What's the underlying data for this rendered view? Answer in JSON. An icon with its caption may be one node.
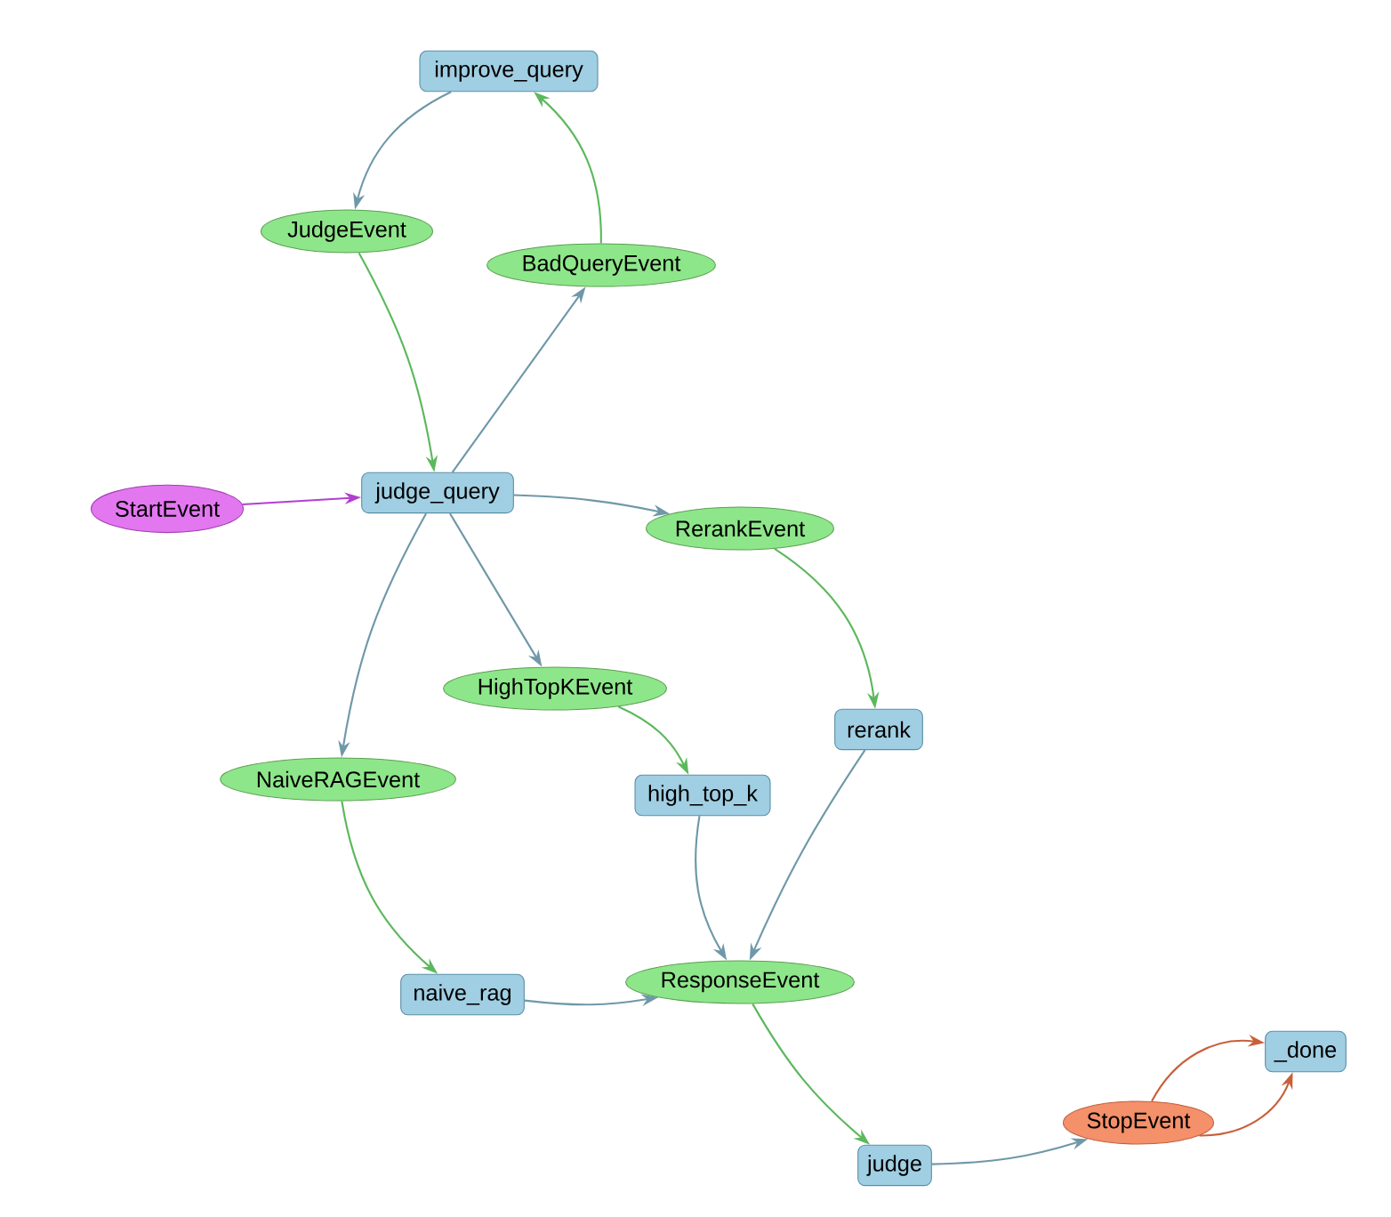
{
  "diagram": {
    "nodes": [
      {
        "text": [
          "improve_query"
        ]
      },
      {
        "text": [
          "JudgeEvent"
        ]
      },
      {
        "text": [
          "BadQueryEvent"
        ]
      },
      {
        "text": [
          "StartEvent"
        ]
      },
      {
        "text": [
          "judge_query"
        ]
      },
      {
        "text": [
          "RerankEvent"
        ]
      },
      {
        "text": [
          "HighTopKEvent"
        ]
      },
      {
        "text": [
          "rerank"
        ]
      },
      {
        "text": [
          "NaiveRAGEvent"
        ]
      },
      {
        "text": [
          "high_top_k"
        ]
      },
      {
        "text": [
          "naive_rag"
        ]
      },
      {
        "text": [
          "ResponseEvent"
        ]
      },
      {
        "text": [
          "judge"
        ]
      },
      {
        "text": [
          "StopEvent"
        ]
      },
      {
        "text": [
          "_done"
        ]
      }
    ],
    "edges": [
      {
        "from": 0,
        "to": 1,
        "arrow": "to"
      },
      {
        "from": 1,
        "to": 4,
        "arrow": "to",
        "color": "#5cb85c"
      },
      {
        "from": 4,
        "to": 2,
        "arrow": "to"
      },
      {
        "from": 2,
        "to": 0,
        "arrow": "to",
        "color": "#5cb85c"
      },
      {
        "from": 3,
        "to": 4,
        "arrow": "to",
        "color": "#b23fd0"
      },
      {
        "from": 4,
        "to": 5,
        "arrow": "to"
      },
      {
        "from": 4,
        "to": 6,
        "arrow": "to"
      },
      {
        "from": 4,
        "to": 8,
        "arrow": "to"
      },
      {
        "from": 5,
        "to": 7,
        "arrow": "to",
        "color": "#5cb85c"
      },
      {
        "from": 6,
        "to": 9,
        "arrow": "to",
        "color": "#5cb85c"
      },
      {
        "from": 8,
        "to": 10,
        "arrow": "to",
        "color": "#5cb85c"
      },
      {
        "from": 7,
        "to": 11,
        "arrow": "to"
      },
      {
        "from": 9,
        "to": 11,
        "arrow": "to"
      },
      {
        "from": 10,
        "to": 11,
        "arrow": "to"
      },
      {
        "from": 11,
        "to": 12,
        "arrow": "to",
        "color": "#5cb85c"
      },
      {
        "from": 12,
        "to": 13,
        "arrow": "to"
      },
      {
        "from": 13,
        "to": 14,
        "arrow": "to",
        "color": "#c8603a"
      },
      {
        "from": 13,
        "to": 14,
        "arrow": "to",
        "color": "#c8603a"
      }
    ]
  }
}
